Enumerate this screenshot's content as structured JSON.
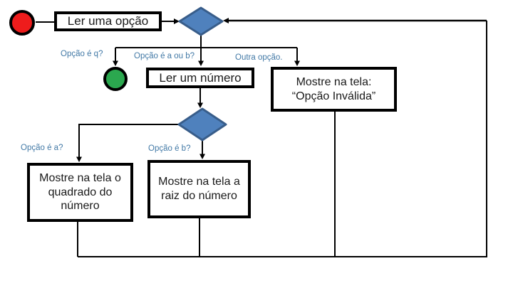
{
  "colors": {
    "background": "#ffffff",
    "node_border": "#000000",
    "connector": "#000000",
    "diamond_fill": "#4f81bd",
    "diamond_stroke": "#385d8a",
    "start_fill": "#ee1c1c",
    "end_fill": "#2ba84f",
    "branch_label": "#4279a6"
  },
  "flowchart": {
    "nodes": {
      "start_terminal": {
        "shape": "red-circle",
        "meaning": "start"
      },
      "end_terminal": {
        "shape": "green-circle",
        "meaning": "end"
      },
      "read_option": {
        "label": "Ler uma opção"
      },
      "option_decision": {
        "shape": "blue-diamond"
      },
      "read_number": {
        "label": "Ler um número"
      },
      "show_invalid": {
        "lines": [
          "Mostre na tela:",
          "“Opção Inválida”"
        ]
      },
      "ab_decision": {
        "shape": "blue-diamond"
      },
      "show_square": {
        "label": "Mostre na tela o quadrado do número"
      },
      "show_root": {
        "label": "Mostre na tela a raiz do número"
      }
    },
    "branch_labels": {
      "option_q": "Opção é q?",
      "option_a_or_b": "Opção é a ou b?",
      "other_option": "Outra opção.",
      "option_a": "Opção é a?",
      "option_b": "Opção é b?"
    }
  }
}
